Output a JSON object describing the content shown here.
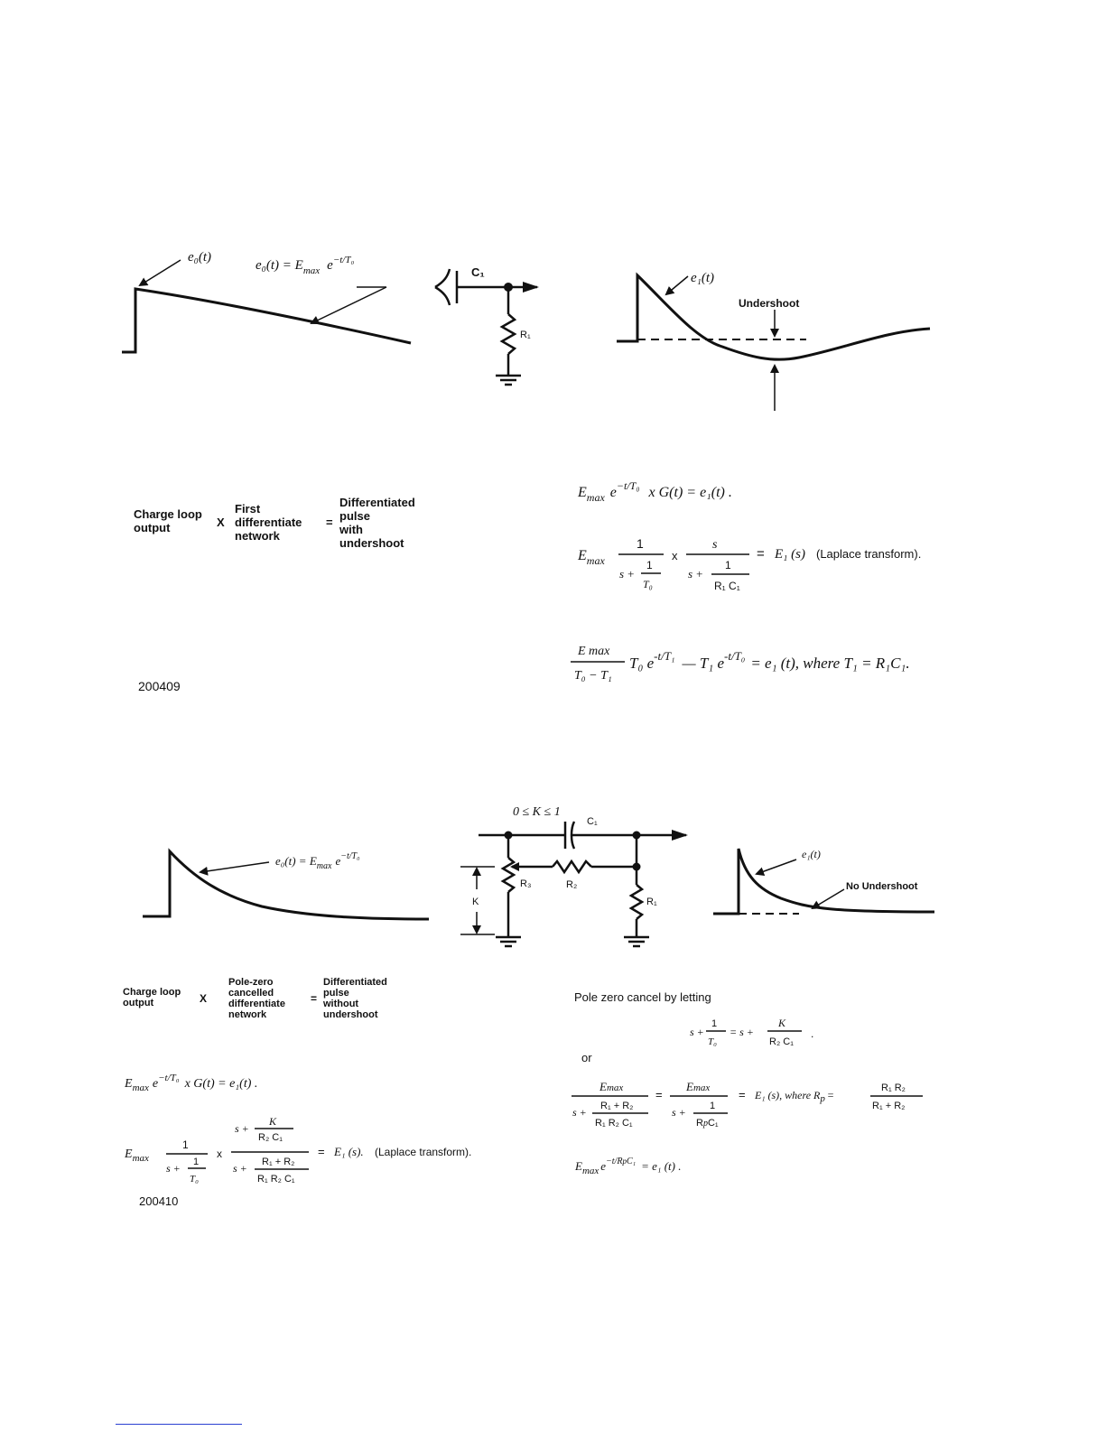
{
  "fig1": {
    "waveform_in": {
      "label": "e₀(t)",
      "eq_left": "e₀(t) = E",
      "eq_sub": "max",
      "eq_exp": "e",
      "eq_exp_sup": "−t/T₀"
    },
    "circuit": {
      "cap": "C₁",
      "res": "R₁"
    },
    "waveform_out": {
      "label": "e₁(t)",
      "undershoot": "Undershoot"
    },
    "word_eq": {
      "a1": "Charge loop",
      "a2": "output",
      "x": "X",
      "b1": "First",
      "b2": "differentiate",
      "b3": "network",
      "eq": "=",
      "c1": "Differentiated",
      "c2": "pulse",
      "c3": "with",
      "c4": "undershoot"
    },
    "math": {
      "l1_E": "E",
      "l1_sub": "max",
      "l1_exp": "−t/T₀",
      "l1_rest": "x  G(t) = e₁(t) .",
      "l2_E": "E",
      "l2_sub": "max",
      "l2_num1": "1",
      "l2_den1a": "s +",
      "l2_den1b": "1",
      "l2_den1c": "T₀",
      "l2_x": "x",
      "l2_num2": "s",
      "l2_den2a": "s +",
      "l2_den2b": "1",
      "l2_den2c": "R₁ C₁",
      "l2_eq": "=",
      "l2_rhs": "E₁ (s)",
      "l2_note": "(Laplace transform).",
      "l3_num": "E max",
      "l3_den": "T₀ − T₁",
      "l3_body": "T₀ e",
      "l3_sup1": "-t/T₁",
      "l3_mid": "— T₁ e",
      "l3_sup2": "-t/T₀",
      "l3_tail": "= e₁ (t), where T₁ = R₁C₁."
    },
    "fig_id": "200409"
  },
  "fig2": {
    "waveform_in": {
      "eq": "e₀(t) = E",
      "eq_sub": "max",
      "eq_exp": "e",
      "eq_sup": "−t/T₀"
    },
    "circuit": {
      "k_range": "0 ≤ K ≤ 1",
      "cap": "C₁",
      "r3": "R₃",
      "r2": "R₂",
      "r1": "R₁",
      "k": "K"
    },
    "waveform_out": {
      "label": "e₁(t)",
      "no_undershoot": "No Undershoot"
    },
    "word_eq": {
      "a1": "Charge loop",
      "a2": "output",
      "x": "X",
      "b1": "Pole-zero",
      "b2": "cancelled",
      "b3": "differentiate",
      "b4": "network",
      "eq": "=",
      "c1": "Differentiated",
      "c2": "pulse",
      "c3": "without",
      "c4": "undershoot"
    },
    "math_left": {
      "l1_E": "E",
      "l1_sub": "max",
      "l1_exp": "−t/T₀",
      "l1_rest": "x  G(t) = e₁(t) .",
      "l2_E": "E",
      "l2_sub": "max",
      "l2_num1": "1",
      "l2_den1a": "s +",
      "l2_den1b": "1",
      "l2_den1c": "T₀",
      "l2_x": "x",
      "l2_num2a": "s +",
      "l2_num2b": "K",
      "l2_num2c": "R₂ C₁",
      "l2_den2a": "s +",
      "l2_den2b": "R₁ + R₂",
      "l2_den2c": "R₁ R₂ C₁",
      "l2_eq": "=",
      "l2_rhs": "E₁ (s).",
      "l2_note": "(Laplace transform)."
    },
    "math_right": {
      "intro": "Pole zero cancel by letting",
      "p1_a": "s +",
      "p1_b": "1",
      "p1_c": "T₀",
      "p1_eq": "= s +",
      "p1_d": "K",
      "p1_e": "R₂ C₁",
      "p1_end": ".",
      "or": "or",
      "p2_num1": "E",
      "p2_num1_sub": "max",
      "p2_den1a": "s +",
      "p2_den1b": "R₁ + R₂",
      "p2_den1c": "R₁ R₂ C₁",
      "p2_eq1": "=",
      "p2_num2": "E",
      "p2_num2_sub": "max",
      "p2_den2a": "s +",
      "p2_den2b": "1",
      "p2_den2c": "R",
      "p2_den2c_sub": "p",
      "p2_den2c_rest": "C₁",
      "p2_eq2": "=",
      "p2_rhs": "E₁ (s), where R",
      "p2_rhs_sub": "p",
      "p2_rhs_eq": "=",
      "p2_frac_num": "R₁ R₂",
      "p2_frac_den": "R₁ + R₂",
      "p3_E": "E",
      "p3_sub": "max",
      "p3_exp": "−t/R",
      "p3_exp_sub": "p",
      "p3_exp_rest": "C₁",
      "p3_rest": "= e₁ (t) ."
    },
    "fig_id": "200410"
  }
}
